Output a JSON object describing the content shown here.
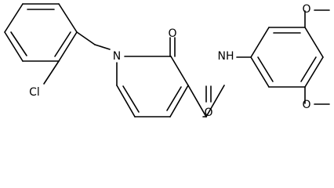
{
  "molecule": {
    "atoms": {
      "cl": "Cl",
      "n_ring": "N",
      "o_carbonyl_ring": "O",
      "nh": "NH",
      "o_amide": "O",
      "o_methoxy_top": "O",
      "o_methoxy_bottom": "O"
    }
  }
}
